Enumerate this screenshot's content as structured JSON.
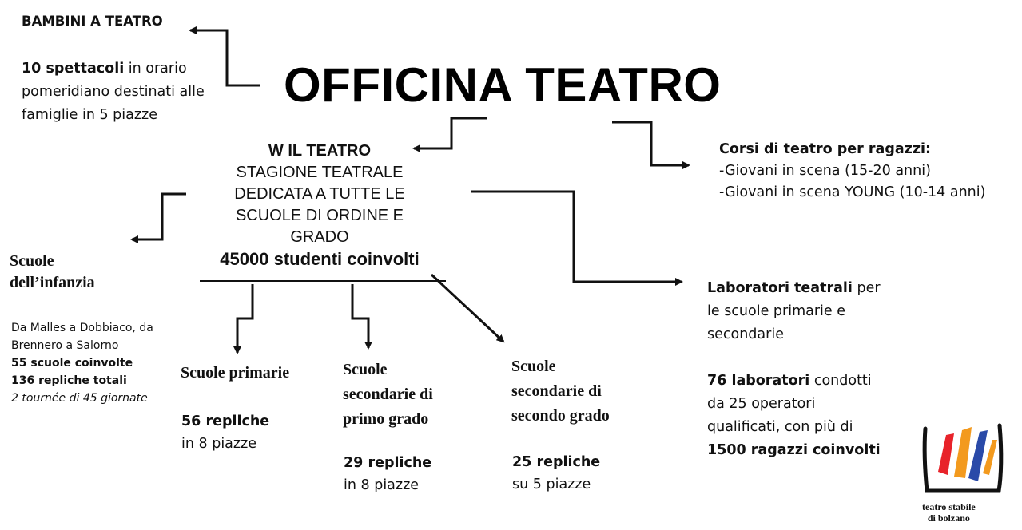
{
  "main_title": "OFFICINA TEATRO",
  "bambini": {
    "title": "BAMBINI A TEATRO",
    "bold": "10 spettacoli",
    "text": " in orario pomeridiano destinati alle famiglie in 5 piazze"
  },
  "w_il_teatro": {
    "title": "W IL TEATRO",
    "lines": [
      "STAGIONE TEATRALE",
      "DEDICATA A TUTTE LE",
      "SCUOLE DI ORDINE E",
      "GRADO"
    ],
    "students": "45000 studenti coinvolti"
  },
  "corsi": {
    "title": "Corsi di teatro per ragazzi:",
    "items": [
      "-Giovani in scena (15-20 anni)",
      "-Giovani in scena YOUNG (10-14 anni)"
    ]
  },
  "infanzia": {
    "title_line1": "Scuole",
    "title_line2": "dell’infanzia",
    "line1": "Da Malles a Dobbiaco, da",
    "line2": "Brennero a Salorno",
    "scuole": "55 scuole coinvolte",
    "repliche": "136 repliche totali",
    "tournee": "2 tournée di 45 giornate"
  },
  "primarie": {
    "title": "Scuole primarie",
    "repliche": "56 repliche",
    "piazze": "in 8 piazze"
  },
  "primo_grado": {
    "title_lines": [
      "Scuole",
      "secondarie di",
      "primo grado"
    ],
    "repliche": "29 repliche",
    "piazze": "in 8 piazze"
  },
  "secondo_grado": {
    "title_lines": [
      "Scuole",
      "secondarie di",
      "secondo grado"
    ],
    "repliche": "25 repliche",
    "piazze": "su 5 piazze"
  },
  "laboratori": {
    "title_bold": "Laboratori teatrali",
    "title_rest": " per",
    "lines": [
      "le scuole primarie e",
      "secondarie"
    ],
    "count_bold": "76 laboratori",
    "count_rest": " condotti",
    "line_op": "da 25 operatori",
    "line_q": "qualificati, con più di",
    "ragazzi": "1500 ragazzi coinvolti"
  },
  "logo": {
    "caption_line1": "teatro stabile",
    "caption_line2": "di bolzano",
    "colors": {
      "red": "#e8232a",
      "orange": "#f39a1e",
      "blue": "#2a4aa8",
      "black": "#111111"
    }
  }
}
